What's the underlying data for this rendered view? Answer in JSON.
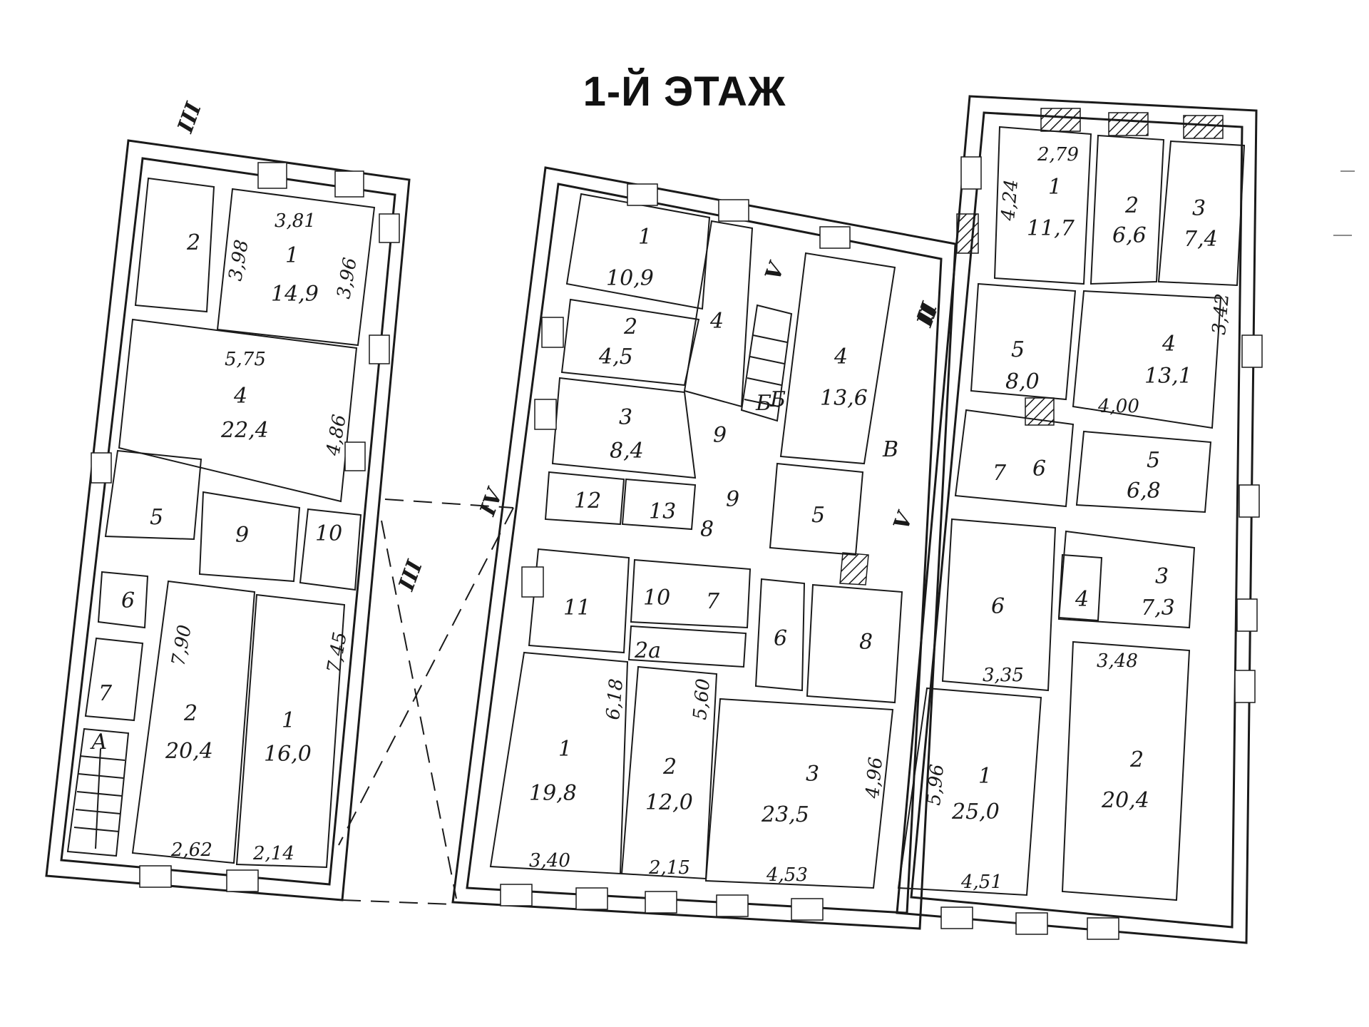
{
  "title": "1-Й ЭТАЖ",
  "buildings": {
    "left": {
      "rooms": [
        {
          "num": "2",
          "area": ""
        },
        {
          "num": "1",
          "area": "14,9"
        },
        {
          "num": "4",
          "area": "22,4"
        },
        {
          "num": "5",
          "area": ""
        },
        {
          "num": "9",
          "area": ""
        },
        {
          "num": "10",
          "area": ""
        },
        {
          "num": "6",
          "area": ""
        },
        {
          "num": "7",
          "area": ""
        },
        {
          "num": "А",
          "area": ""
        },
        {
          "num": "2",
          "area": "20,4"
        },
        {
          "num": "1",
          "area": "16,0"
        }
      ],
      "dims": [
        "3,81",
        "3,98",
        "3,96",
        "5,75",
        "4,86",
        "7,90",
        "7,45",
        "2,62",
        "2,14"
      ],
      "marks": [
        "III",
        "III"
      ]
    },
    "middle": {
      "rooms": [
        {
          "num": "1",
          "area": "10,9"
        },
        {
          "num": "2",
          "area": "4,5"
        },
        {
          "num": "4",
          "area": ""
        },
        {
          "num": "Б",
          "area": ""
        },
        {
          "num": "3",
          "area": "8,4"
        },
        {
          "num": "9",
          "area": ""
        },
        {
          "num": "12",
          "area": ""
        },
        {
          "num": "13",
          "area": ""
        },
        {
          "num": "9",
          "area": ""
        },
        {
          "num": "8",
          "area": ""
        },
        {
          "num": "11",
          "area": ""
        },
        {
          "num": "10",
          "area": ""
        },
        {
          "num": "7",
          "area": ""
        },
        {
          "num": "2а",
          "area": ""
        },
        {
          "num": "4",
          "area": "13,6"
        },
        {
          "num": "В",
          "area": ""
        },
        {
          "num": "5",
          "area": ""
        },
        {
          "num": "6",
          "area": ""
        },
        {
          "num": "8",
          "area": ""
        },
        {
          "num": "1",
          "area": "19,8"
        },
        {
          "num": "2",
          "area": "12,0"
        },
        {
          "num": "3",
          "area": "23,5"
        },
        {
          "num": "Б",
          "area": ""
        }
      ],
      "dims": [
        "6,18",
        "5,60",
        "4,96",
        "3,40",
        "2,15",
        "4,53"
      ],
      "marks": [
        "IV",
        "V",
        "II",
        "V"
      ]
    },
    "right": {
      "rooms": [
        {
          "num": "1",
          "area": "11,7"
        },
        {
          "num": "2",
          "area": "6,6"
        },
        {
          "num": "3",
          "area": "7,4"
        },
        {
          "num": "5",
          "area": "8,0"
        },
        {
          "num": "4",
          "area": "13,1"
        },
        {
          "num": "7",
          "area": ""
        },
        {
          "num": "6",
          "area": ""
        },
        {
          "num": "5",
          "area": "6,8"
        },
        {
          "num": "6",
          "area": ""
        },
        {
          "num": "4",
          "area": ""
        },
        {
          "num": "3",
          "area": "7,3"
        },
        {
          "num": "1",
          "area": "25,0"
        },
        {
          "num": "2",
          "area": "20,4"
        }
      ],
      "dims": [
        "2,79",
        "4,24",
        "3,42",
        "4,00",
        "3,35",
        "3,48",
        "5,96",
        "4,51"
      ],
      "marks": [
        "II"
      ]
    }
  }
}
